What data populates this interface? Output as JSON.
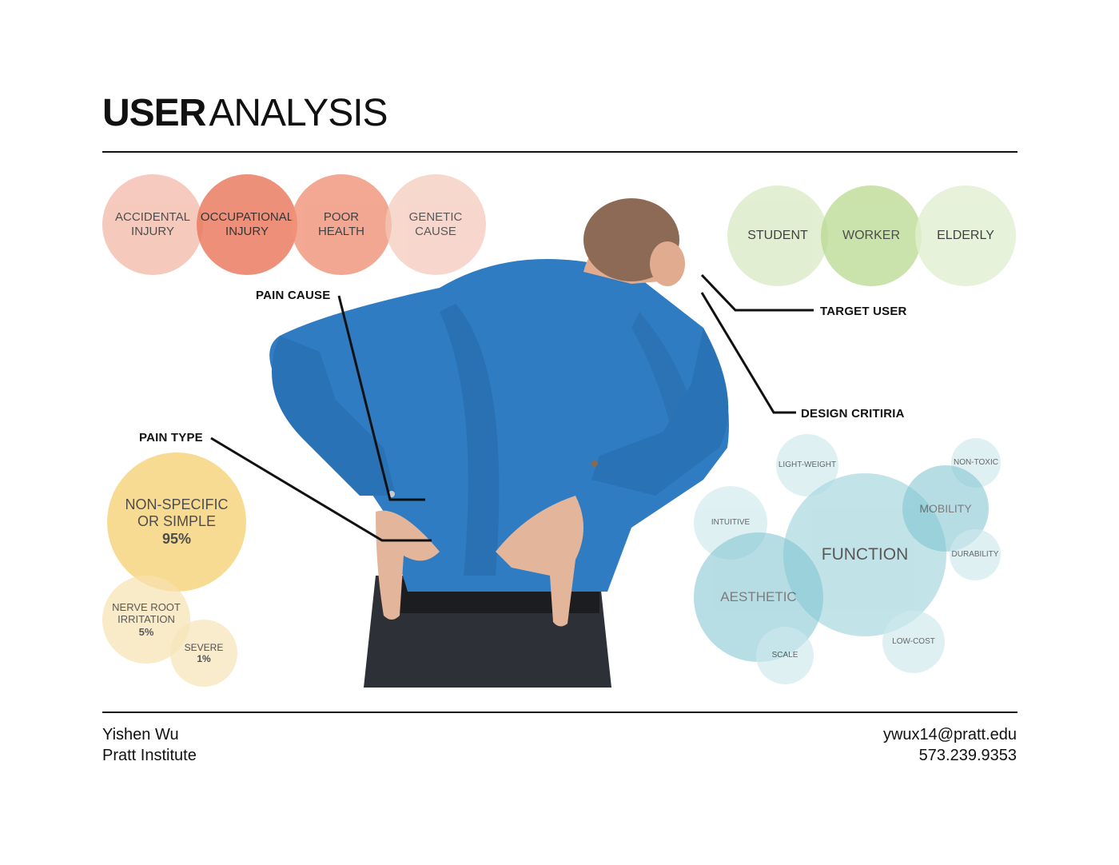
{
  "title": {
    "bold": "USER",
    "light": "ANALYSIS"
  },
  "pain_cause": {
    "label": "PAIN CAUSE",
    "items": [
      {
        "line1": "ACCIDENTAL",
        "line2": "INJURY"
      },
      {
        "line1": "OCCUPATIONAL",
        "line2": "INJURY"
      },
      {
        "line1": "POOR",
        "line2": "HEALTH"
      },
      {
        "line1": "GENETIC",
        "line2": "CAUSE"
      }
    ],
    "colors": [
      "#f3b8a8",
      "#ea7c62",
      "#ef9277",
      "#f4c7b8"
    ]
  },
  "target_user": {
    "label": "TARGET USER",
    "items": [
      "STUDENT",
      "WORKER",
      "ELDERLY"
    ],
    "colors": [
      "#dcebc8",
      "#b9d98f",
      "#e2efd1"
    ]
  },
  "design_criteria": {
    "label": "DESIGN CRITIRIA",
    "items": {
      "function": "FUNCTION",
      "aesthetic": "AESTHETIC",
      "mobility": "MOBILITY",
      "intuitive": "INTUITIVE",
      "light_weight": "LIGHT-WEIGHT",
      "non_toxic": "NON-TOXIC",
      "durability": "DURABILITY",
      "low_cost": "LOW-COST",
      "scale": "SCALE"
    },
    "colors": {
      "strong": "#7cc3cf",
      "medium": "#a8d8df",
      "light": "#cfe9ed"
    }
  },
  "pain_type": {
    "label": "PAIN TYPE",
    "items": [
      {
        "line1": "NON-SPECIFIC",
        "line2": "OR SIMPLE",
        "pct": "95%"
      },
      {
        "line1": "NERVE ROOT",
        "line2": "IRRITATION",
        "pct": "5%"
      },
      {
        "line1": "SEVERE",
        "pct": "1%"
      }
    ],
    "colors": [
      "#f6cf6e",
      "#f7e2b1",
      "#f7e6bd"
    ]
  },
  "footer": {
    "name": "Yishen Wu",
    "school": "Pratt Institute",
    "email": "ywux14@pratt.edu",
    "phone": "573.239.9353"
  },
  "image": {
    "description_icon": "man-holding-back-icon"
  }
}
